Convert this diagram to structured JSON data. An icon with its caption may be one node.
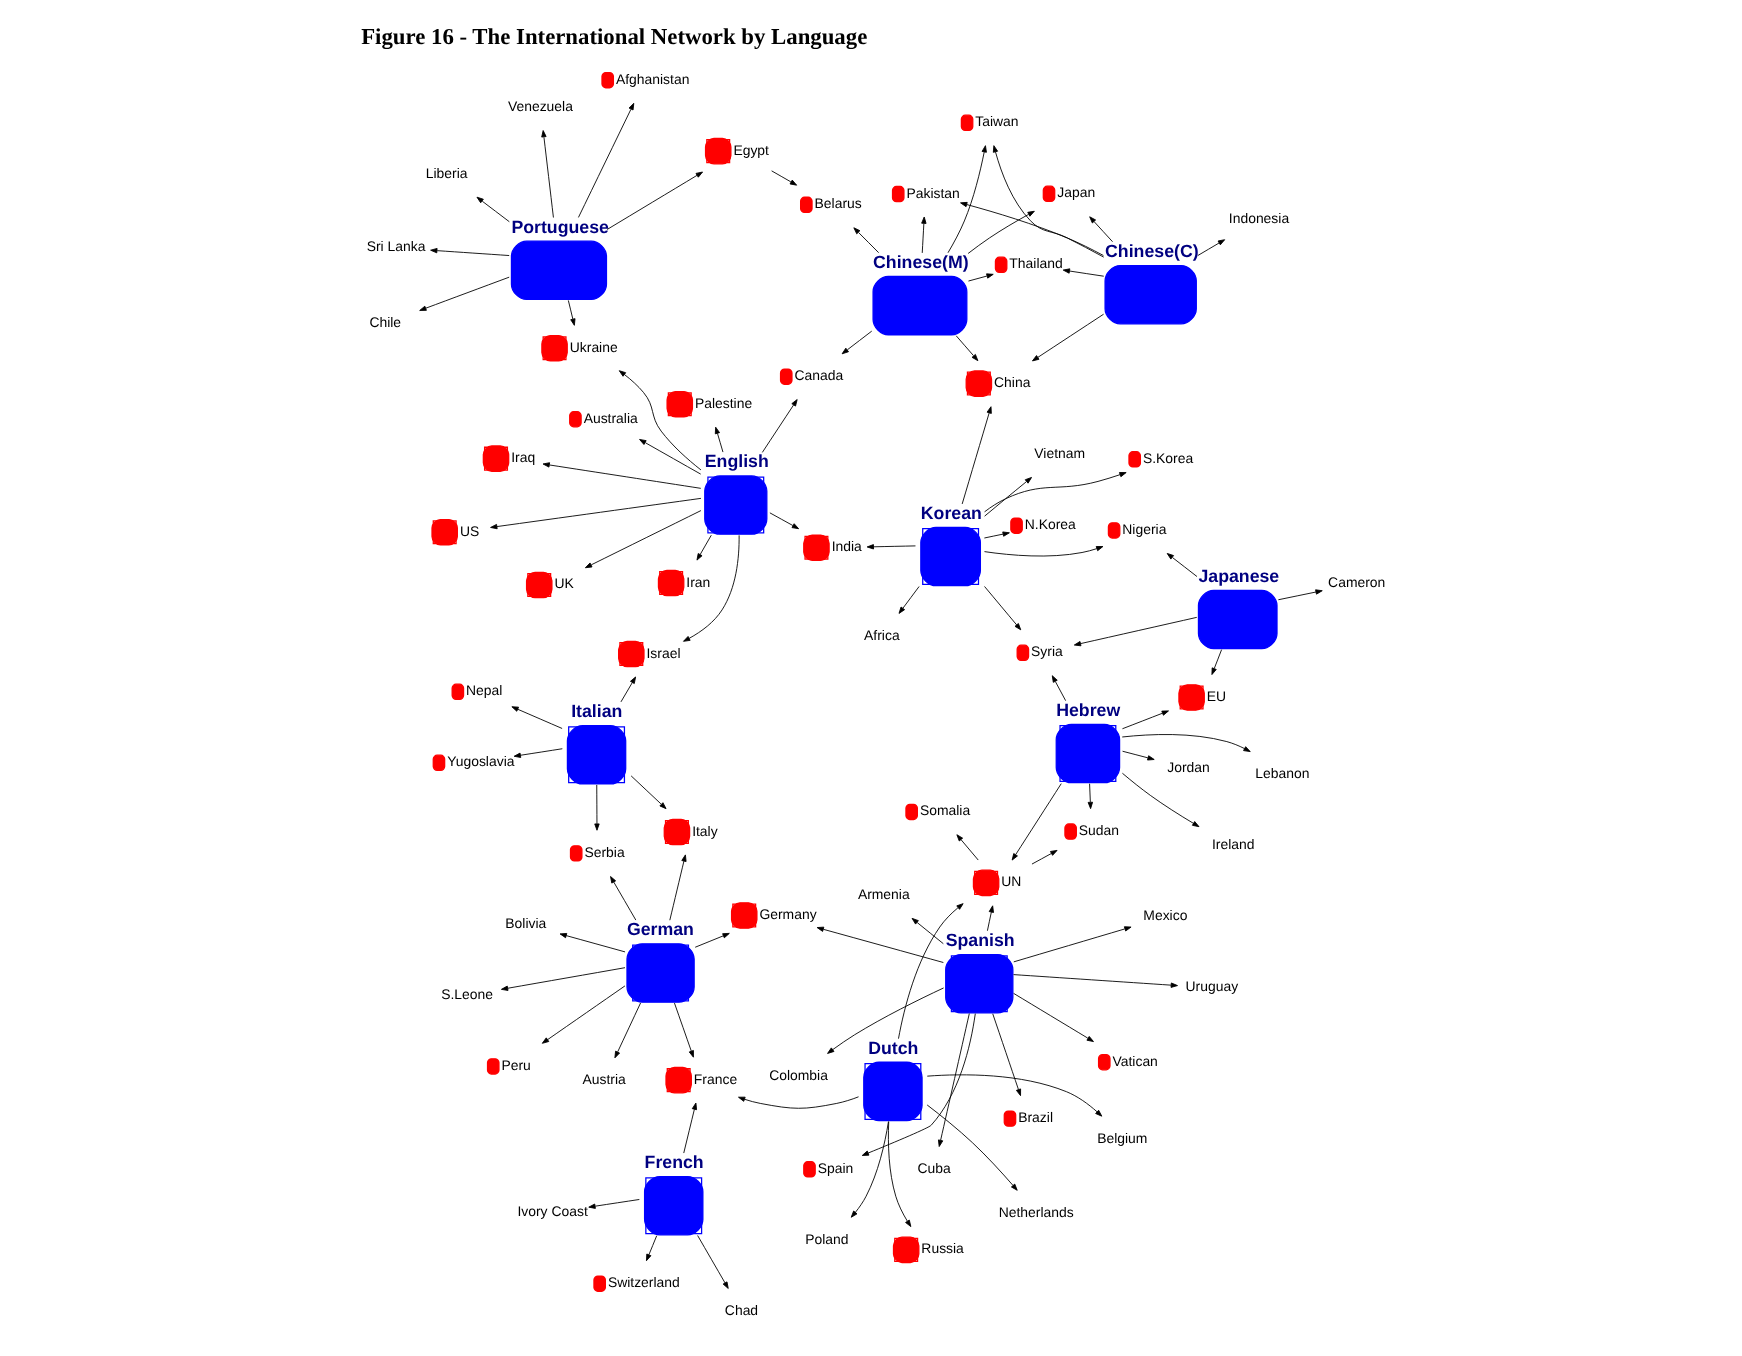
{
  "diagram": {
    "title": "Figure 16 - The International Network by Language",
    "nodes": [
      {
        "text": [
          "Poland"
        ]
      },
      {
        "text": [
          "Belgium"
        ]
      },
      {
        "text": [
          "Netherlands"
        ]
      },
      {
        "text": [
          "Colombia"
        ]
      },
      {
        "text": [
          "Lebanon"
        ]
      },
      {
        "text": [
          "Somalia"
        ]
      },
      {
        "text": [
          "Jordan"
        ]
      },
      {
        "text": [
          "Mexico"
        ]
      },
      {
        "text": [
          "Vatican"
        ]
      },
      {
        "text": [
          "Dutch"
        ]
      },
      {
        "text": [
          "Ireland"
        ]
      },
      {
        "text": [
          "Cuba"
        ]
      },
      {
        "text": [
          "Sudan"
        ]
      },
      {
        "text": [
          "Spanish"
        ]
      },
      {
        "text": [
          "Hebrew"
        ]
      },
      {
        "text": [
          "Uruguay"
        ]
      },
      {
        "text": [
          "Syria"
        ]
      },
      {
        "text": [
          "UN"
        ]
      },
      {
        "text": [
          "Spain"
        ]
      },
      {
        "text": [
          "Brazil"
        ]
      },
      {
        "text": [
          "Cameron"
        ]
      },
      {
        "text": [
          "Russia"
        ]
      },
      {
        "text": [
          "Armenia"
        ]
      },
      {
        "text": [
          "Japanese"
        ]
      },
      {
        "text": [
          "Germany"
        ]
      },
      {
        "text": [
          "Peru"
        ]
      },
      {
        "text": [
          "Nigeria"
        ]
      },
      {
        "text": [
          "US"
        ]
      },
      {
        "text": [
          "EU"
        ]
      },
      {
        "text": [
          "France"
        ]
      },
      {
        "text": [
          "German"
        ]
      },
      {
        "text": [
          "Austria"
        ]
      },
      {
        "text": [
          "Africa"
        ]
      },
      {
        "text": [
          "Korean"
        ]
      },
      {
        "text": [
          "Italy"
        ]
      },
      {
        "text": [
          "Iran"
        ]
      },
      {
        "text": [
          "Iraq"
        ]
      },
      {
        "text": [
          "Vietnam"
        ]
      },
      {
        "text": [
          "Israel"
        ]
      },
      {
        "text": [
          "UK"
        ]
      },
      {
        "text": [
          "S.Leone"
        ]
      },
      {
        "text": [
          "N.Korea"
        ]
      },
      {
        "text": [
          "Serbia"
        ]
      },
      {
        "text": [
          "India"
        ]
      },
      {
        "text": [
          "Bolivia"
        ]
      },
      {
        "text": [
          "Yugoslavia"
        ]
      },
      {
        "text": [
          "Palestine"
        ]
      },
      {
        "text": [
          "S.Korea"
        ]
      },
      {
        "text": [
          "Italian"
        ]
      },
      {
        "text": [
          "Nepal"
        ]
      },
      {
        "text": [
          "English"
        ]
      },
      {
        "text": [
          "Chinese(M)"
        ]
      },
      {
        "text": [
          "China"
        ]
      },
      {
        "text": [
          "Chinese(C)"
        ]
      },
      {
        "text": [
          "Japan"
        ]
      },
      {
        "text": [
          "French"
        ]
      },
      {
        "text": [
          "Switzerland"
        ]
      },
      {
        "text": [
          "Taiwan"
        ]
      },
      {
        "text": [
          "Australia"
        ]
      },
      {
        "text": [
          "Portuguese"
        ]
      },
      {
        "text": [
          "Ivory Coast"
        ]
      },
      {
        "text": [
          "Ukraine"
        ]
      },
      {
        "text": [
          "Pakistan"
        ]
      },
      {
        "text": [
          "Chad"
        ]
      },
      {
        "text": [
          "Indonesia"
        ]
      },
      {
        "text": [
          "Canada"
        ]
      },
      {
        "text": [
          "Egypt"
        ]
      },
      {
        "text": [
          "Thailand"
        ]
      },
      {
        "text": [
          "Chile"
        ]
      },
      {
        "text": [
          "Liberia"
        ]
      },
      {
        "text": [
          "Belarus"
        ]
      },
      {
        "text": [
          "Afghanistan"
        ]
      },
      {
        "text": [
          "Venezuela"
        ]
      },
      {
        "text": [
          "Sri Lanka"
        ]
      }
    ],
    "edges": [
      {
        "from": 9,
        "to": 0,
        "arrow": "to"
      },
      {
        "from": 9,
        "to": 1,
        "arrow": "to"
      },
      {
        "from": 9,
        "to": 2,
        "arrow": "to"
      },
      {
        "from": 9,
        "to": 17,
        "arrow": "to"
      },
      {
        "from": 9,
        "to": 21,
        "arrow": "to"
      },
      {
        "from": 9,
        "to": 29,
        "arrow": "to"
      },
      {
        "from": 13,
        "to": 3,
        "arrow": "to"
      },
      {
        "from": 13,
        "to": 7,
        "arrow": "to"
      },
      {
        "from": 13,
        "to": 8,
        "arrow": "to"
      },
      {
        "from": 13,
        "to": 11,
        "arrow": "to"
      },
      {
        "from": 13,
        "to": 15,
        "arrow": "to"
      },
      {
        "from": 13,
        "to": 18,
        "arrow": "to"
      },
      {
        "from": 13,
        "to": 19,
        "arrow": "to"
      },
      {
        "from": 13,
        "to": 22,
        "arrow": "to"
      },
      {
        "from": 13,
        "to": 24,
        "arrow": "to"
      },
      {
        "from": 13,
        "to": 17,
        "arrow": "to"
      },
      {
        "from": 14,
        "to": 4,
        "arrow": "to"
      },
      {
        "from": 14,
        "to": 6,
        "arrow": "to"
      },
      {
        "from": 14,
        "to": 10,
        "arrow": "to"
      },
      {
        "from": 14,
        "to": 16,
        "arrow": "to"
      },
      {
        "from": 14,
        "to": 12,
        "arrow": "to"
      },
      {
        "from": 14,
        "to": 17,
        "arrow": "to"
      },
      {
        "from": 14,
        "to": 28,
        "arrow": "to"
      },
      {
        "from": 17,
        "to": 12,
        "arrow": "to"
      },
      {
        "from": 17,
        "to": 5,
        "arrow": "to"
      },
      {
        "from": 23,
        "to": 16,
        "arrow": "to"
      },
      {
        "from": 23,
        "to": 20,
        "arrow": "to"
      },
      {
        "from": 23,
        "to": 26,
        "arrow": "to"
      },
      {
        "from": 23,
        "to": 28,
        "arrow": "to"
      },
      {
        "from": 33,
        "to": 16,
        "arrow": "to"
      },
      {
        "from": 33,
        "to": 32,
        "arrow": "to"
      },
      {
        "from": 33,
        "to": 37,
        "arrow": "to"
      },
      {
        "from": 33,
        "to": 41,
        "arrow": "to"
      },
      {
        "from": 33,
        "to": 47,
        "arrow": "to"
      },
      {
        "from": 33,
        "to": 52,
        "arrow": "to"
      },
      {
        "from": 33,
        "to": 26,
        "arrow": "to"
      },
      {
        "from": 33,
        "to": 43,
        "arrow": "to"
      },
      {
        "from": 30,
        "to": 24,
        "arrow": "to"
      },
      {
        "from": 30,
        "to": 31,
        "arrow": "to"
      },
      {
        "from": 30,
        "to": 25,
        "arrow": "to"
      },
      {
        "from": 30,
        "to": 40,
        "arrow": "to"
      },
      {
        "from": 30,
        "to": 44,
        "arrow": "to"
      },
      {
        "from": 30,
        "to": 42,
        "arrow": "to"
      },
      {
        "from": 30,
        "to": 34,
        "arrow": "to"
      },
      {
        "from": 30,
        "to": 29,
        "arrow": "to"
      },
      {
        "from": 48,
        "to": 45,
        "arrow": "to"
      },
      {
        "from": 48,
        "to": 49,
        "arrow": "to"
      },
      {
        "from": 48,
        "to": 38,
        "arrow": "to"
      },
      {
        "from": 48,
        "to": 42,
        "arrow": "to"
      },
      {
        "from": 55,
        "to": 29,
        "arrow": "to"
      },
      {
        "from": 48,
        "to": 34,
        "arrow": "to"
      },
      {
        "from": 55,
        "to": 56,
        "arrow": "to"
      },
      {
        "from": 55,
        "to": 60,
        "arrow": "to"
      },
      {
        "from": 55,
        "to": 63,
        "arrow": "to"
      },
      {
        "from": 59,
        "to": 68,
        "arrow": "to"
      },
      {
        "from": 59,
        "to": 72,
        "arrow": "to"
      },
      {
        "from": 59,
        "to": 69,
        "arrow": "to"
      },
      {
        "from": 59,
        "to": 71,
        "arrow": "to"
      },
      {
        "from": 59,
        "to": 61,
        "arrow": "to"
      },
      {
        "from": 59,
        "to": 66,
        "arrow": "to"
      },
      {
        "from": 59,
        "to": 73,
        "arrow": "to"
      },
      {
        "from": 50,
        "to": 27,
        "arrow": "to"
      },
      {
        "from": 50,
        "to": 46,
        "arrow": "to"
      },
      {
        "from": 50,
        "to": 36,
        "arrow": "to"
      },
      {
        "from": 50,
        "to": 39,
        "arrow": "to"
      },
      {
        "from": 50,
        "to": 43,
        "arrow": "to"
      },
      {
        "from": 50,
        "to": 58,
        "arrow": "to"
      },
      {
        "from": 50,
        "to": 65,
        "arrow": "to"
      },
      {
        "from": 50,
        "to": 61,
        "arrow": "to"
      },
      {
        "from": 50,
        "to": 35,
        "arrow": "to"
      },
      {
        "from": 50,
        "to": 38,
        "arrow": "to"
      },
      {
        "from": 51,
        "to": 52,
        "arrow": "to"
      },
      {
        "from": 51,
        "to": 57,
        "arrow": "to"
      },
      {
        "from": 51,
        "to": 54,
        "arrow": "to"
      },
      {
        "from": 51,
        "to": 67,
        "arrow": "to"
      },
      {
        "from": 51,
        "to": 65,
        "arrow": "to"
      },
      {
        "from": 51,
        "to": 70,
        "arrow": "to"
      },
      {
        "from": 51,
        "to": 62,
        "arrow": "to"
      },
      {
        "from": 53,
        "to": 52,
        "arrow": "to"
      },
      {
        "from": 53,
        "to": 54,
        "arrow": "to"
      },
      {
        "from": 53,
        "to": 57,
        "arrow": "to"
      },
      {
        "from": 53,
        "to": 62,
        "arrow": "to"
      },
      {
        "from": 53,
        "to": 64,
        "arrow": "to"
      },
      {
        "from": 53,
        "to": 67,
        "arrow": "to"
      },
      {
        "from": 66,
        "to": 70,
        "arrow": "to"
      }
    ]
  }
}
